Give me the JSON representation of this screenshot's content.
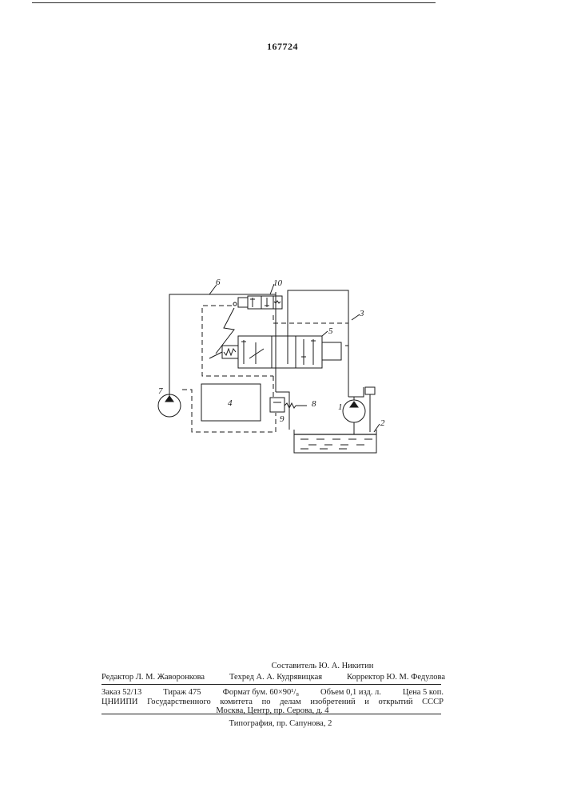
{
  "patent_number": "167724",
  "diagram_labels": {
    "l1": "1",
    "l2": "2",
    "l3": "3",
    "l4": "4",
    "l5": "5",
    "l6": "6",
    "l7": "7",
    "l8": "8",
    "l9": "9",
    "l10": "10"
  },
  "footer": {
    "compiler": "Составитель Ю. А. Никитин",
    "editor": "Редактор Л. М. Жаворонкова",
    "techred": "Техред А. А. Кудрявицкая",
    "corrector": "Корректор Ю. М. Федулова",
    "order": "Заказ 52/13",
    "circulation": "Тираж 475",
    "format": "Формат бум. 60×90¹/₈",
    "volume": "Объем 0,1 изд. л.",
    "price": "Цена 5 коп.",
    "institute": "ЦНИИПИ Государственного комитета по делам изобретений и открытий СССР",
    "address": "Москва, Центр, пр. Серова, д. 4",
    "printer": "Типография, пр. Сапунова, 2"
  }
}
